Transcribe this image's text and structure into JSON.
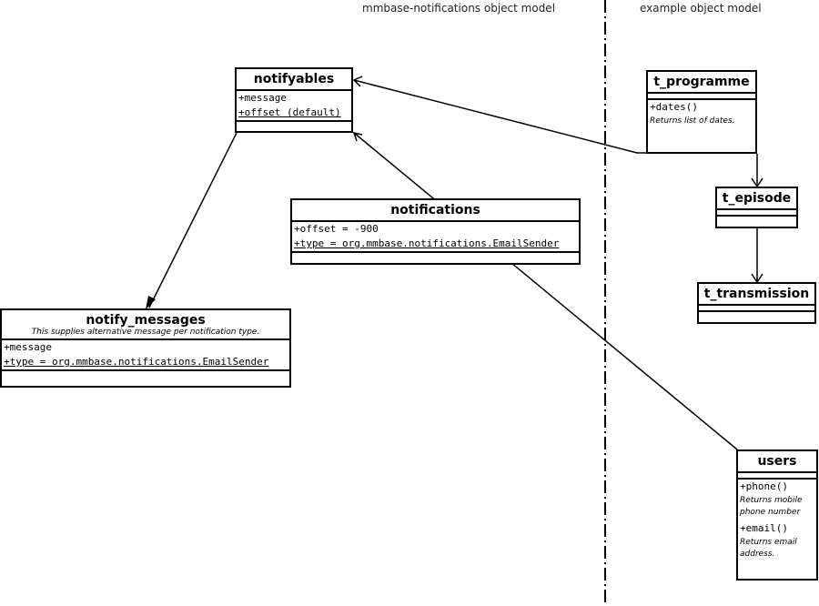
{
  "zones": {
    "left_title": "mmbase-notifications object model",
    "right_title": "example object model"
  },
  "classes": {
    "notifyables": {
      "name": "notifyables",
      "attributes": [
        "+message",
        "+offset (default)"
      ]
    },
    "notifications": {
      "name": "notifications",
      "attributes": [
        "+offset = -900",
        "+type = org.mmbase.notifications.EmailSender"
      ]
    },
    "notify_messages": {
      "name": "notify_messages",
      "note": "This supplies alternative message per notification type.",
      "attributes": [
        "+message",
        "+type = org.mmbase.notifications.EmailSender"
      ]
    },
    "t_programme": {
      "name": "t_programme",
      "operations": [
        {
          "sig": "+dates()",
          "note": "Returns list of dates."
        }
      ]
    },
    "t_episode": {
      "name": "t_episode"
    },
    "t_transmission": {
      "name": "t_transmission"
    },
    "users": {
      "name": "users",
      "operations": [
        {
          "sig": "+phone()",
          "note": "Returns mobile phone number"
        },
        {
          "sig": "+email()",
          "note": "Returns email address."
        }
      ]
    }
  }
}
